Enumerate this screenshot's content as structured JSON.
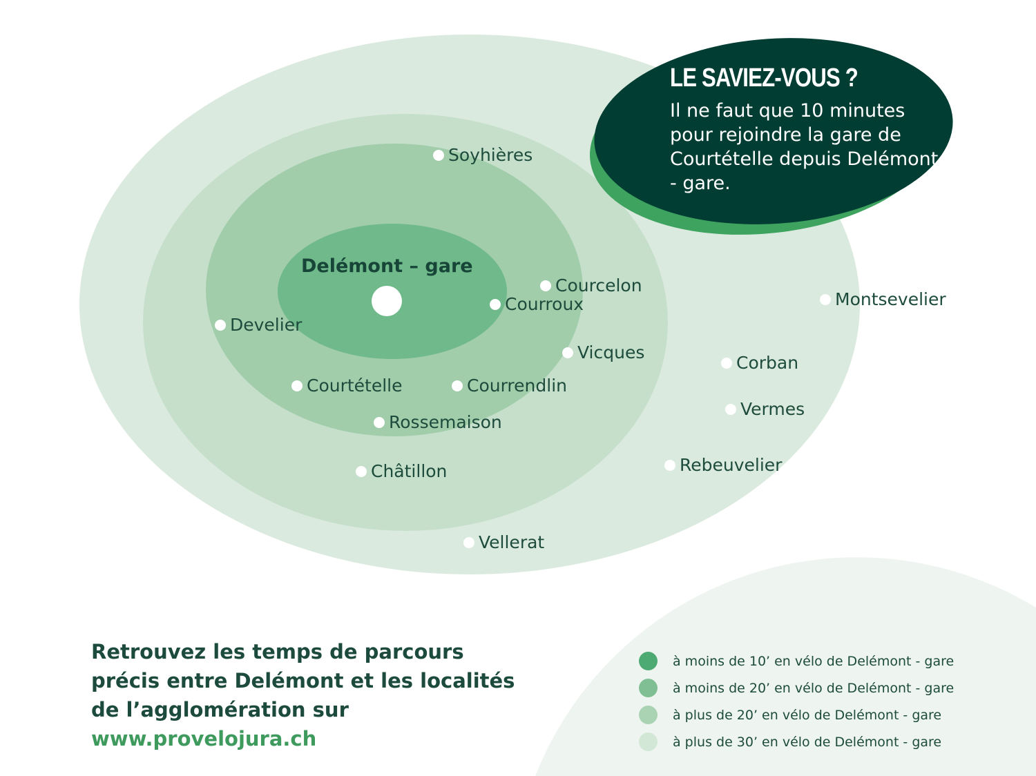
{
  "colors": {
    "zone_10": "#6fb98a",
    "zone_20": "#a1cdaa",
    "zone_20_plus": "#c5dfca",
    "zone_30_plus": "#dbeadf",
    "bubble": "#023d33",
    "bubble_shadow": "#3da35f",
    "text": "#1d4b3c",
    "url": "#3f9a5e"
  },
  "center": {
    "label": "Delémont – gare"
  },
  "places": [
    {
      "name": "Soyhières"
    },
    {
      "name": "Courcelon"
    },
    {
      "name": "Courroux"
    },
    {
      "name": "Develier"
    },
    {
      "name": "Vicques"
    },
    {
      "name": "Courtételle"
    },
    {
      "name": "Courrendlin"
    },
    {
      "name": "Rossemaison"
    },
    {
      "name": "Châtillon"
    },
    {
      "name": "Vellerat"
    },
    {
      "name": "Montsevelier"
    },
    {
      "name": "Corban"
    },
    {
      "name": "Vermes"
    },
    {
      "name": "Rebeuvelier"
    }
  ],
  "callout": {
    "title": "LE SAVIEZ-VOUS ?",
    "text": "Il ne faut que 10 minutes pour rejoindre la gare de Courtételle depuis Delémont - gare."
  },
  "cta": {
    "line1": "Retrouvez les temps de parcours",
    "line2": "précis entre Delémont et les localités",
    "line3": "de l’agglomération sur",
    "url": "www.provelojura.ch"
  },
  "legend": [
    {
      "label": "à moins de 10’ en vélo de Delémont - gare",
      "color": "#4caa72"
    },
    {
      "label": "à moins de 20’ en vélo de Delémont - gare",
      "color": "#7fbf93"
    },
    {
      "label": "à plus de 20’ en vélo de Delémont - gare",
      "color": "#a9d3b2"
    },
    {
      "label": "à plus de 30’ en vélo de Delémont - gare",
      "color": "#d3e7d7"
    }
  ]
}
